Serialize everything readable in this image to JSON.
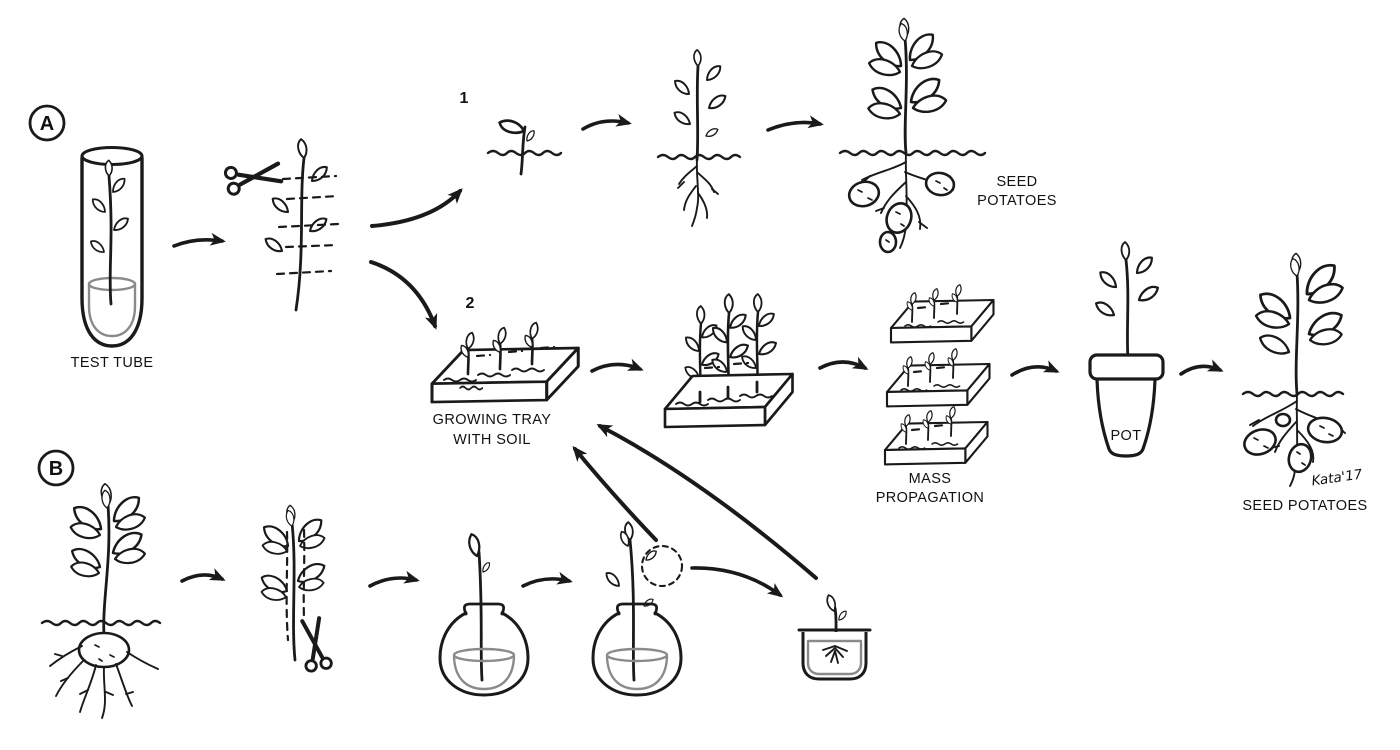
{
  "diagram": {
    "background_color": "#ffffff",
    "ink_color": "#1a1a1a",
    "water_color": "#8a8a8a",
    "signature": "Kata'17",
    "path_a": {
      "badge": "A",
      "test_tube": {
        "label": "TEST TUBE"
      },
      "branch_1": {
        "badge": "1",
        "seed_potatoes": {
          "label_line1": "SEED",
          "label_line2": "POTATOES"
        }
      },
      "branch_2": {
        "badge": "2",
        "growing_tray": {
          "label_line1": "GROWING TRAY",
          "label_line2": "WITH SOIL"
        },
        "mass_propagation": {
          "label_line1": "MASS",
          "label_line2": "PROPAGATION"
        },
        "pot": {
          "label": "POT"
        },
        "seed_potatoes": {
          "label": "SEED POTATOES"
        }
      }
    },
    "path_b": {
      "badge": "B"
    }
  }
}
